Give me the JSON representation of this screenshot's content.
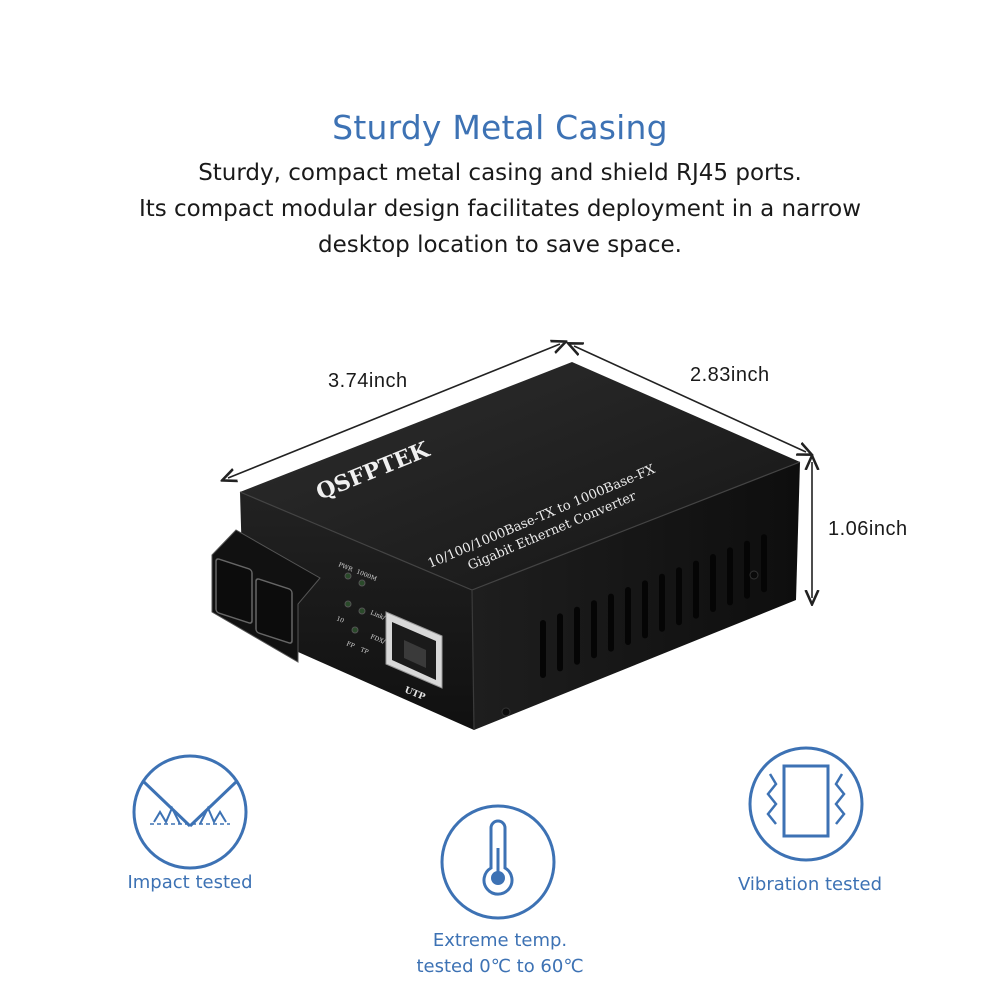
{
  "header": {
    "title": "Sturdy Metal Casing",
    "description_lines": [
      "Sturdy, compact metal casing and shield RJ45 ports.",
      "Its compact modular design facilitates deployment in a narrow",
      "desktop location to save space."
    ]
  },
  "dimensions": {
    "length": "3.74inch",
    "width": "2.83inch",
    "height": "1.06inch"
  },
  "product": {
    "brand": "QSFPTEK",
    "model_line1": "10/100/1000Base-TX to 1000Base-FX",
    "model_line2": "Gigabit Ethernet Converter",
    "led_labels": {
      "pwr": "PWR",
      "speed": "1000M",
      "link": "Link/ Act",
      "fdx": "FDX/ COL",
      "ten": "10",
      "fp": "FP",
      "tp": "TP"
    },
    "port_label": "UTP"
  },
  "features": [
    {
      "label": "Impact tested",
      "icon": "impact-icon"
    },
    {
      "label_line1": "Extreme temp.",
      "label_line2": "tested 0℃  to 60℃",
      "icon": "thermometer-icon"
    },
    {
      "label": "Vibration tested",
      "icon": "vibration-icon"
    }
  ],
  "colors": {
    "accent": "#3d72b4",
    "text": "#1a1a1a",
    "casing": "#1c1c1c"
  }
}
